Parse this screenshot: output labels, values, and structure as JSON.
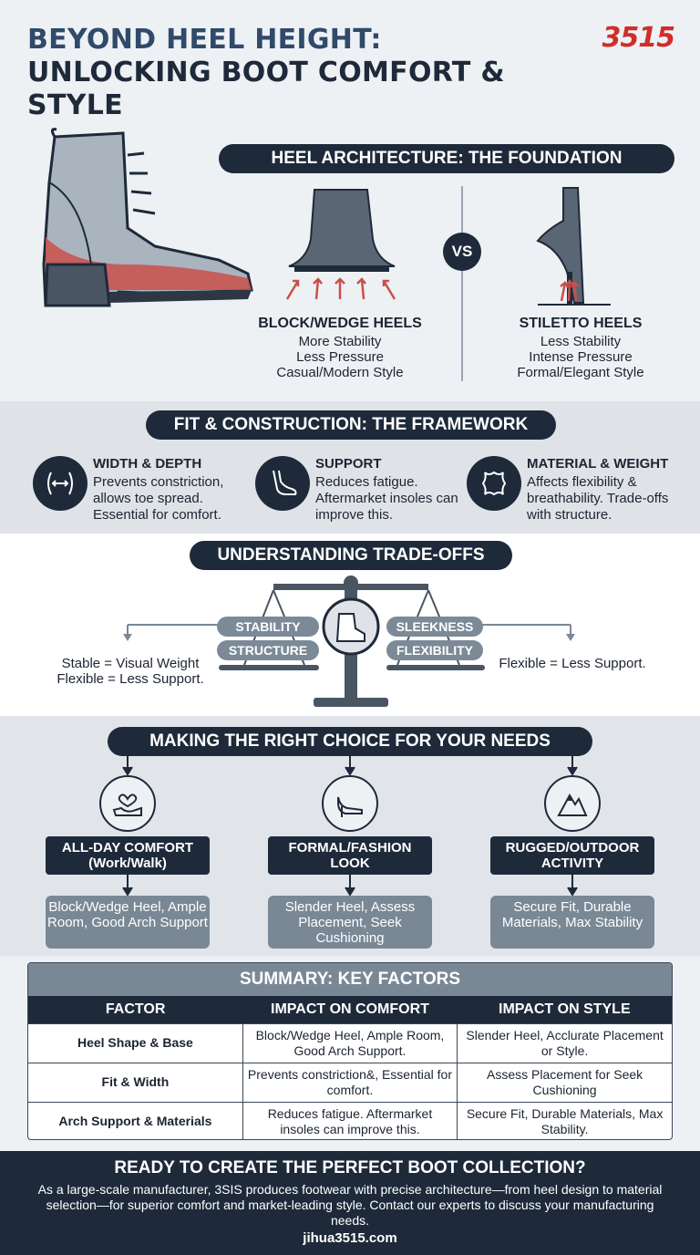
{
  "header": {
    "title_line1": "BEYOND HEEL HEIGHT:",
    "title_line2": "UNLOCKING BOOT COMFORT &",
    "title_line3": "STYLE",
    "logo": "3515"
  },
  "heel_section": {
    "banner": "HEEL ARCHITECTURE: THE FOUNDATION",
    "vs": "VS",
    "block": {
      "title": "BLOCK/WEDGE HEELS",
      "lines": [
        "More Stability",
        "Less Pressure",
        "Casual/Modern Style"
      ]
    },
    "stiletto": {
      "title": "STILETTO HEELS",
      "lines": [
        "Less Stability",
        "Intense Pressure",
        "Formal/Elegant Style"
      ]
    }
  },
  "fit_section": {
    "banner": "FIT & CONSTRUCTION: THE FRAMEWORK",
    "items": [
      {
        "title": "WIDTH & DEPTH",
        "text": "Prevents constriction, allows toe spread. Essential for comfort.",
        "icon": "width-arrows-icon"
      },
      {
        "title": "SUPPORT",
        "text": "Reduces fatigue. Aftermarket insoles can improve this.",
        "icon": "foot-arch-icon"
      },
      {
        "title": "MATERIAL & WEIGHT",
        "text": "Affects flexibility & breathability. Trade-offs with structure.",
        "icon": "leather-hide-icon"
      }
    ]
  },
  "trade_section": {
    "banner": "UNDERSTANDING TRADE-OFFS",
    "left_tags": [
      "STABILITY",
      "STRUCTURE"
    ],
    "right_tags": [
      "SLEEKNESS",
      "FLEXIBILITY"
    ],
    "left_note": "Stable = Visual Weight Flexible = Less Support.",
    "right_note": "Flexible = Less Support."
  },
  "choice_section": {
    "banner": "MAKING THE RIGHT CHOICE FOR YOUR NEEDS",
    "options": [
      {
        "title": "ALL-DAY COMFORT (Work/Walk)",
        "body": "Block/Wedge Heel, Ample Room, Good Arch Support",
        "icon": "heart-hand-icon"
      },
      {
        "title": "FORMAL/FASHION LOOK",
        "body": "Slender Heel, Assess Placement, Seek Cushioning",
        "icon": "high-heel-icon"
      },
      {
        "title": "RUGGED/OUTDOOR ACTIVITY",
        "body": "Secure Fit, Durable Materials, Max Stability",
        "icon": "mountain-icon"
      }
    ]
  },
  "summary": {
    "title": "SUMMARY: KEY FACTORS",
    "headers": [
      "FACTOR",
      "IMPACT ON COMFORT",
      "IMPACT ON STYLE"
    ],
    "rows": [
      [
        "Heel Shape & Base",
        "Block/Wedge Heel, Ample Room, Good Arch Support.",
        "Slender Heel, Acclurate Placement or Style."
      ],
      [
        "Fit & Width",
        "Prevents constriction&, Essential for comfort.",
        "Assess Placement for Seek Cushioning"
      ],
      [
        "Arch Support & Materials",
        "Reduces fatigue. Aftermarket insoles can improve this.",
        "Secure Fit, Durable Materials, Max Stability."
      ]
    ]
  },
  "footer": {
    "title": "READY TO CREATE THE PERFECT BOOT COLLECTION?",
    "body": "As a large-scale manufacturer, 3SIS produces footwear with precise architecture—from heel design to material selection—for superior comfort and market-leading style. Contact our experts to discuss your manufacturing needs.",
    "url": "jihua3515.com"
  },
  "colors": {
    "navy": "#1e2a3a",
    "accent_red": "#cf2e2a",
    "slate": "#7a8896",
    "background": "#eef1f4"
  }
}
